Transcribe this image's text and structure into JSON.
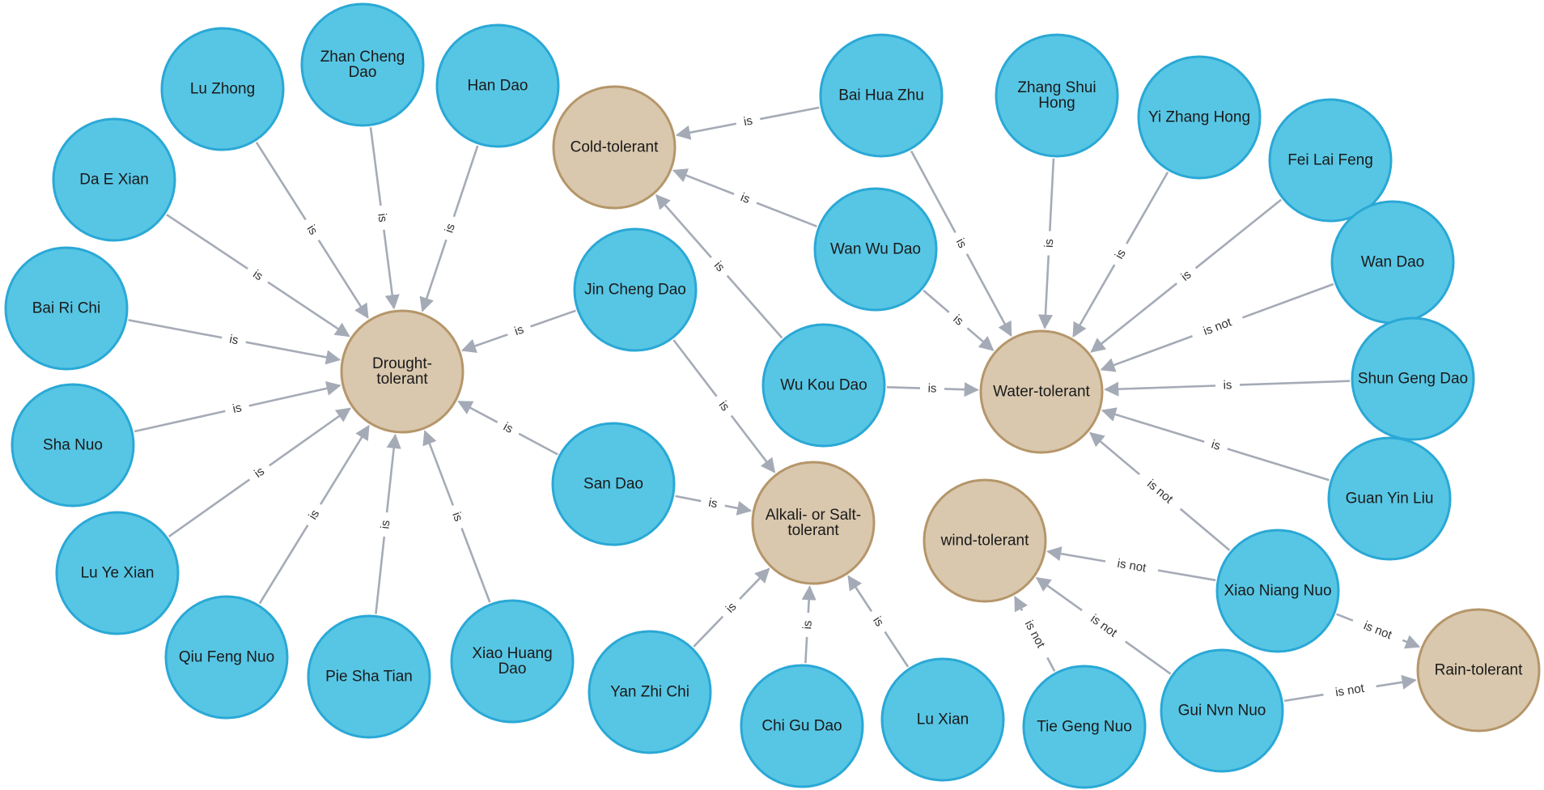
{
  "colors": {
    "entity_fill": "#57c6e4",
    "entity_stroke": "#2aa8d6",
    "trait_fill": "#d9c8ae",
    "trait_stroke": "#b5966a",
    "edge": "#a5abb6"
  },
  "traits": [
    {
      "id": "drought",
      "label": [
        "Drought-",
        "tolerant"
      ]
    },
    {
      "id": "cold",
      "label": [
        "Cold-tolerant"
      ]
    },
    {
      "id": "water",
      "label": [
        "Water-tolerant"
      ]
    },
    {
      "id": "alkali",
      "label": [
        "Alkali- or Salt-",
        "tolerant"
      ]
    },
    {
      "id": "wind",
      "label": [
        "wind-tolerant"
      ]
    },
    {
      "id": "rain",
      "label": [
        "Rain-tolerant"
      ]
    }
  ],
  "varieties": [
    {
      "id": "lu_zhong",
      "label": [
        "Lu Zhong"
      ]
    },
    {
      "id": "zhan_cheng_dao",
      "label": [
        "Zhan Cheng",
        "Dao"
      ]
    },
    {
      "id": "han_dao",
      "label": [
        "Han Dao"
      ]
    },
    {
      "id": "da_e_xian",
      "label": [
        "Da E Xian"
      ]
    },
    {
      "id": "bai_ri_chi",
      "label": [
        "Bai Ri Chi"
      ]
    },
    {
      "id": "sha_nuo",
      "label": [
        "Sha Nuo"
      ]
    },
    {
      "id": "lu_ye_xian",
      "label": [
        "Lu Ye Xian"
      ]
    },
    {
      "id": "qiu_feng_nuo",
      "label": [
        "Qiu Feng Nuo"
      ]
    },
    {
      "id": "pie_sha_tian",
      "label": [
        "Pie Sha Tian"
      ]
    },
    {
      "id": "xiao_huang_dao",
      "label": [
        "Xiao Huang",
        "Dao"
      ]
    },
    {
      "id": "jin_cheng_dao",
      "label": [
        "Jin Cheng Dao"
      ]
    },
    {
      "id": "san_dao",
      "label": [
        "San Dao"
      ]
    },
    {
      "id": "wu_kou_dao",
      "label": [
        "Wu Kou Dao"
      ]
    },
    {
      "id": "wan_wu_dao",
      "label": [
        "Wan Wu Dao"
      ]
    },
    {
      "id": "bai_hua_zhu",
      "label": [
        "Bai Hua Zhu"
      ]
    },
    {
      "id": "zhang_shui_hong",
      "label": [
        "Zhang Shui",
        "Hong"
      ]
    },
    {
      "id": "yi_zhang_hong",
      "label": [
        "Yi Zhang Hong"
      ]
    },
    {
      "id": "fei_lai_feng",
      "label": [
        "Fei Lai Feng"
      ]
    },
    {
      "id": "wan_dao",
      "label": [
        "Wan Dao"
      ]
    },
    {
      "id": "shun_geng_dao",
      "label": [
        "Shun Geng Dao"
      ]
    },
    {
      "id": "guan_yin_liu",
      "label": [
        "Guan Yin Liu"
      ]
    },
    {
      "id": "xiao_niang_nuo",
      "label": [
        "Xiao Niang Nuo"
      ]
    },
    {
      "id": "gui_nvn_nuo",
      "label": [
        "Gui Nvn Nuo"
      ]
    },
    {
      "id": "tie_geng_nuo",
      "label": [
        "Tie Geng Nuo"
      ]
    },
    {
      "id": "yan_zhi_chi",
      "label": [
        "Yan Zhi Chi"
      ]
    },
    {
      "id": "chi_gu_dao",
      "label": [
        "Chi Gu Dao"
      ]
    },
    {
      "id": "lu_xian",
      "label": [
        "Lu Xian"
      ]
    }
  ],
  "edges": [
    {
      "from": "lu_zhong",
      "to": "drought",
      "label": "is"
    },
    {
      "from": "zhan_cheng_dao",
      "to": "drought",
      "label": "is"
    },
    {
      "from": "han_dao",
      "to": "drought",
      "label": "is"
    },
    {
      "from": "da_e_xian",
      "to": "drought",
      "label": "is"
    },
    {
      "from": "bai_ri_chi",
      "to": "drought",
      "label": "is"
    },
    {
      "from": "sha_nuo",
      "to": "drought",
      "label": "is"
    },
    {
      "from": "lu_ye_xian",
      "to": "drought",
      "label": "is"
    },
    {
      "from": "qiu_feng_nuo",
      "to": "drought",
      "label": "is"
    },
    {
      "from": "pie_sha_tian",
      "to": "drought",
      "label": "is"
    },
    {
      "from": "xiao_huang_dao",
      "to": "drought",
      "label": "is"
    },
    {
      "from": "jin_cheng_dao",
      "to": "drought",
      "label": "is"
    },
    {
      "from": "san_dao",
      "to": "drought",
      "label": "is"
    },
    {
      "from": "jin_cheng_dao",
      "to": "alkali",
      "label": "is"
    },
    {
      "from": "san_dao",
      "to": "alkali",
      "label": "is"
    },
    {
      "from": "yan_zhi_chi",
      "to": "alkali",
      "label": "is"
    },
    {
      "from": "chi_gu_dao",
      "to": "alkali",
      "label": "is"
    },
    {
      "from": "lu_xian",
      "to": "alkali",
      "label": "is"
    },
    {
      "from": "bai_hua_zhu",
      "to": "cold",
      "label": "is"
    },
    {
      "from": "wan_wu_dao",
      "to": "cold",
      "label": "is"
    },
    {
      "from": "wu_kou_dao",
      "to": "cold",
      "label": "is"
    },
    {
      "from": "bai_hua_zhu",
      "to": "water",
      "label": "is"
    },
    {
      "from": "wan_wu_dao",
      "to": "water",
      "label": "is"
    },
    {
      "from": "wu_kou_dao",
      "to": "water",
      "label": "is"
    },
    {
      "from": "zhang_shui_hong",
      "to": "water",
      "label": "is"
    },
    {
      "from": "yi_zhang_hong",
      "to": "water",
      "label": "is"
    },
    {
      "from": "fei_lai_feng",
      "to": "water",
      "label": "is"
    },
    {
      "from": "wan_dao",
      "to": "water",
      "label": "is not"
    },
    {
      "from": "shun_geng_dao",
      "to": "water",
      "label": "is"
    },
    {
      "from": "guan_yin_liu",
      "to": "water",
      "label": "is"
    },
    {
      "from": "xiao_niang_nuo",
      "to": "water",
      "label": "is not"
    },
    {
      "from": "xiao_niang_nuo",
      "to": "wind",
      "label": "is not"
    },
    {
      "from": "xiao_niang_nuo",
      "to": "rain",
      "label": "is not"
    },
    {
      "from": "gui_nvn_nuo",
      "to": "wind",
      "label": "is not"
    },
    {
      "from": "gui_nvn_nuo",
      "to": "rain",
      "label": "is not"
    },
    {
      "from": "tie_geng_nuo",
      "to": "wind",
      "label": "is not"
    }
  ]
}
